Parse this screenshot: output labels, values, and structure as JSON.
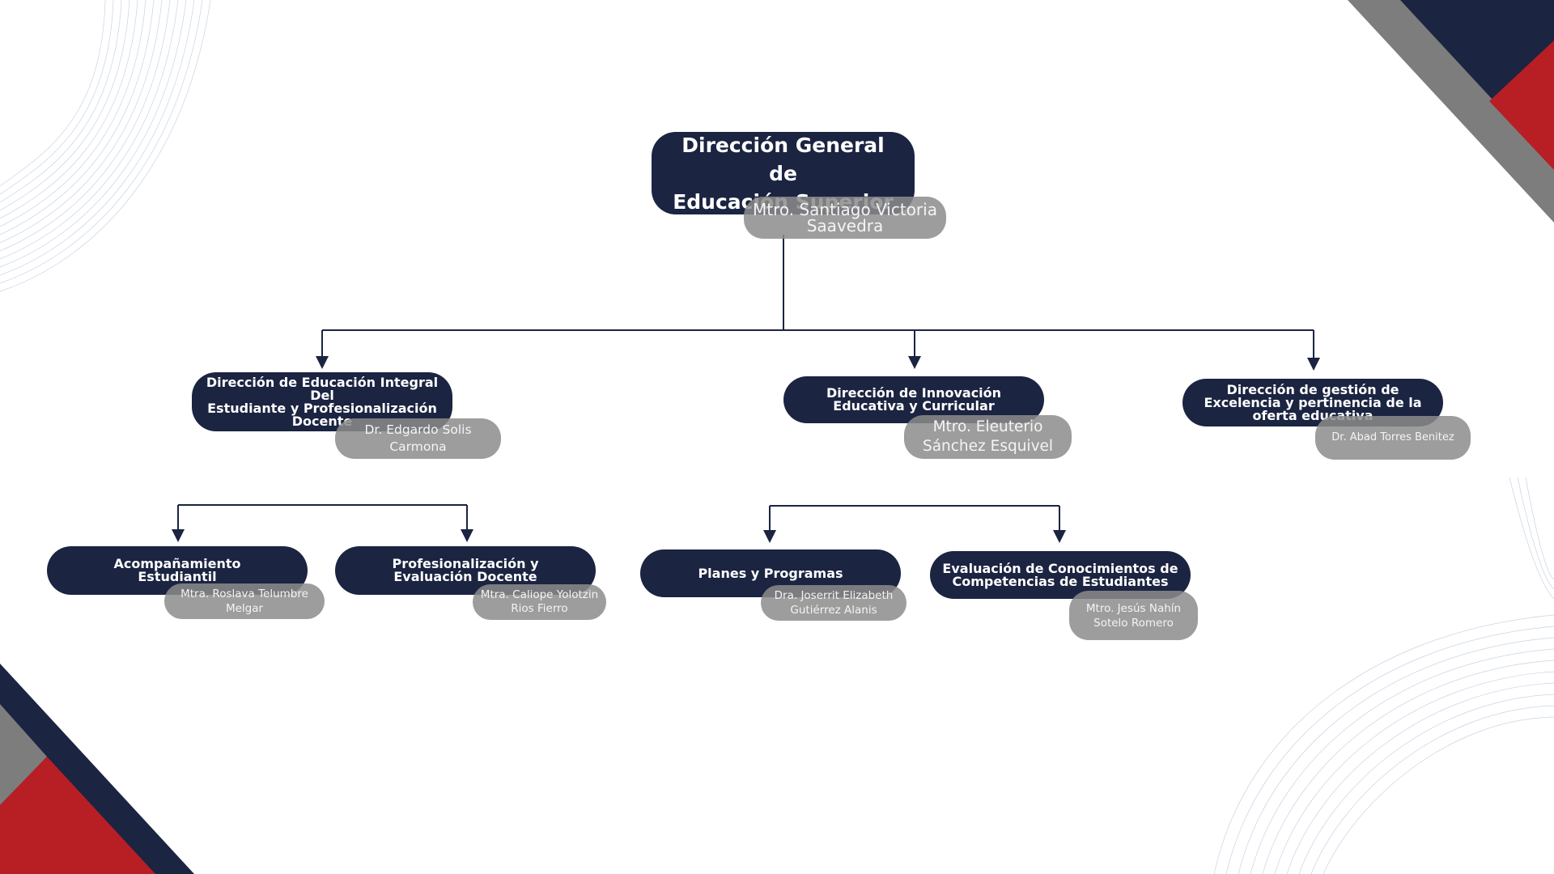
{
  "colors": {
    "navy": "#1b2441",
    "red": "#b71f25",
    "gray": "#7d7d7d",
    "name_pill": "#8c8c8c",
    "line": "#1b2441"
  },
  "org": {
    "root": {
      "title_line1": "Dirección General de",
      "title_line2": "Educación Superior",
      "person_line1": "Mtro. Santiago",
      "person_line2": "Victoria Saavedra"
    },
    "directions": [
      {
        "title_line1": "Dirección de Educación Integral Del",
        "title_line2": "Estudiante y Profesionalización",
        "title_line3": "Docente",
        "person_line1": "Dr. Edgardo Solis",
        "person_line2": "Carmona"
      },
      {
        "title_line1": "Dirección de Innovación",
        "title_line2": "Educativa y Curricular",
        "person_line1": "Mtro. Eleuterio",
        "person_line2": "Sánchez Esquivel"
      },
      {
        "title_line1": "Dirección de gestión de",
        "title_line2": "Excelencia y pertinencia de la",
        "title_line3": "oferta educativa",
        "person_line1": "Dr. Abad Torres",
        "person_line2": "Benitez"
      }
    ],
    "units": [
      {
        "title_line1": "Acompañamiento",
        "title_line2": "Estudiantil",
        "person_line1": "Mtra. Roslava Telumbre",
        "person_line2": "Melgar"
      },
      {
        "title_line1": "Profesionalización y",
        "title_line2": "Evaluación Docente",
        "person_line1": "Mtra. Caliope",
        "person_line2": "Yolotzin Rios Fierro"
      },
      {
        "title_line1": "Planes y Programas",
        "person_line1": "Dra. Joserrit Elizabeth",
        "person_line2": "Gutiérrez Alanis"
      },
      {
        "title_line1": "Evaluación de Conocimientos de",
        "title_line2": "Competencias de Estudiantes",
        "person_line1": "Mtro. Jesús Nahín",
        "person_line2": "Sotelo Romero"
      }
    ]
  }
}
